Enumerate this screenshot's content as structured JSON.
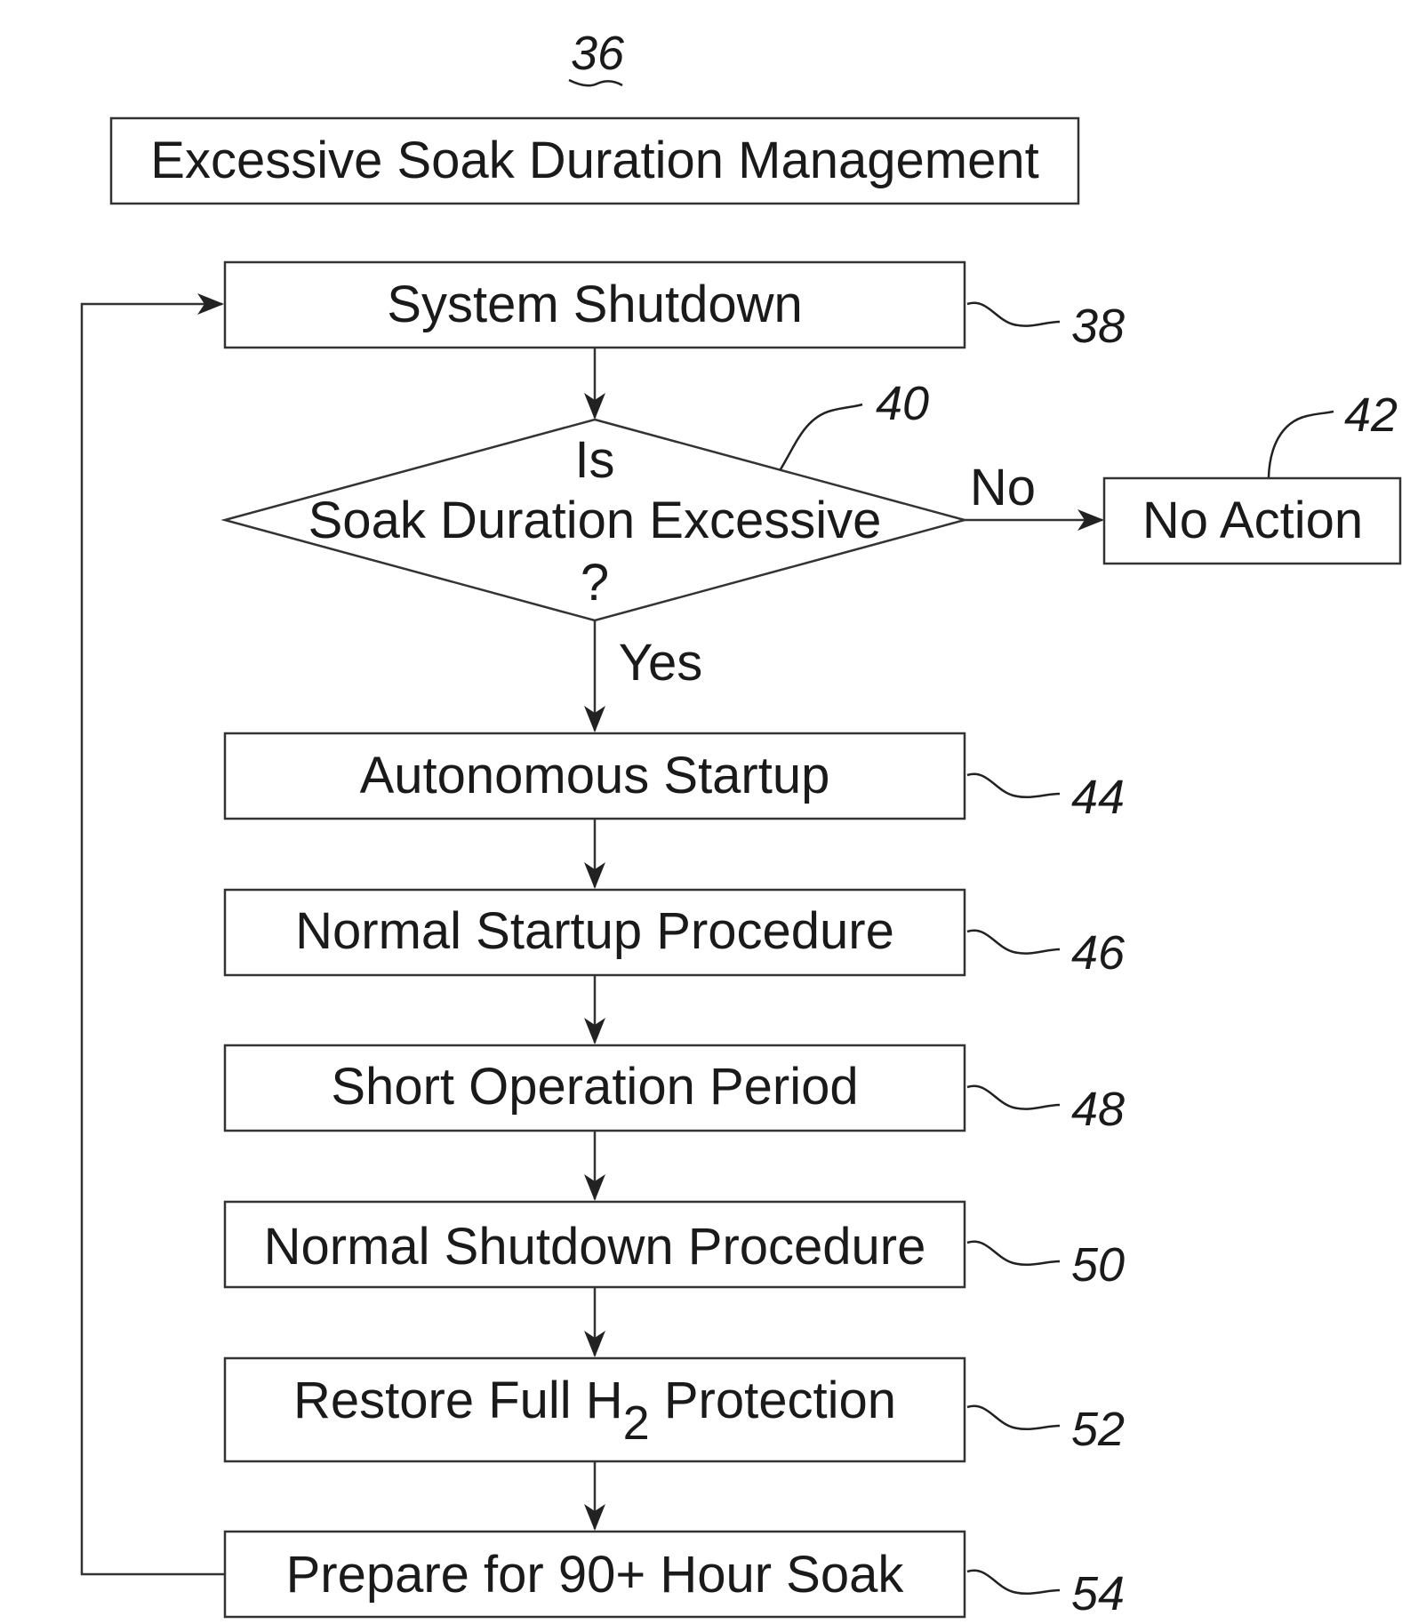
{
  "figure_number": "36",
  "title": "Excessive Soak Duration Management",
  "steps": [
    {
      "label": "System Shutdown",
      "ref": "38"
    },
    {
      "label": "Autonomous Startup",
      "ref": "44"
    },
    {
      "label": "Normal Startup Procedure",
      "ref": "46"
    },
    {
      "label": "Short Operation Period",
      "ref": "48"
    },
    {
      "label": "Normal Shutdown Procedure",
      "ref": "50"
    },
    {
      "label": "Restore Full H",
      "label_subscript": "2",
      "label_suffix": " Protection",
      "ref": "52"
    },
    {
      "label": "Prepare for 90+ Hour Soak",
      "ref": "54"
    }
  ],
  "decision": {
    "line1": "Is",
    "line2": "Soak Duration Excessive",
    "line3": "?",
    "ref": "40",
    "yes_label": "Yes",
    "no_label": "No"
  },
  "no_action": {
    "label": "No Action",
    "ref": "42"
  }
}
